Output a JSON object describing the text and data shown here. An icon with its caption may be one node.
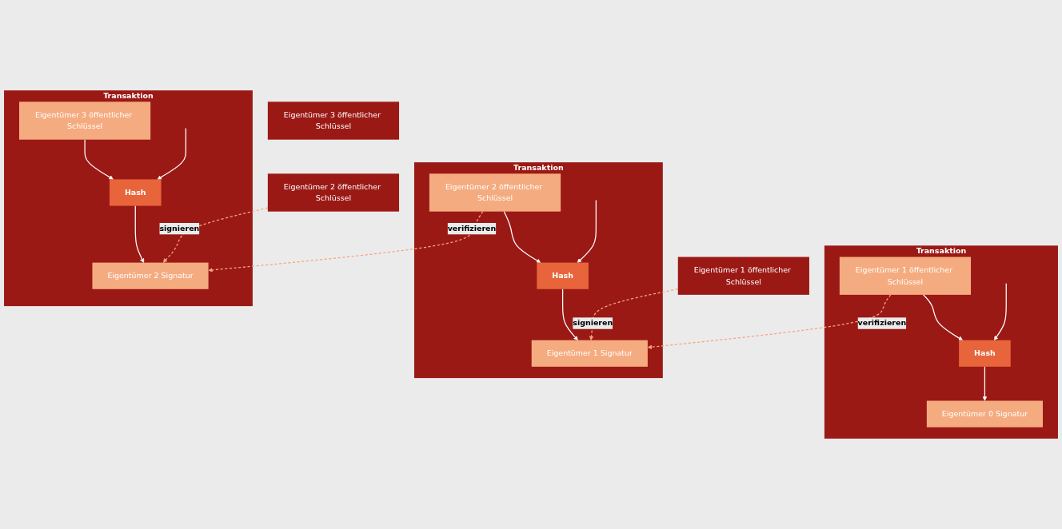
{
  "diagram": {
    "nodes": [
      {
        "text": [
          "Transaktion"
        ]
      },
      {
        "text": [
          "Eigentümer 1 öffentlicher Schlüssel"
        ],
        "in": 0
      },
      {
        "text": [
          "Hash"
        ],
        "in": 0
      },
      {
        "text": [
          "Eigentümer 0 Signatur"
        ],
        "in": 0
      },
      {
        "text": [
          "Transaktion"
        ]
      },
      {
        "text": [
          "Eigentümer 2 öffentlicher Schlüssel"
        ],
        "in": 4
      },
      {
        "text": [
          "Hash"
        ],
        "in": 4
      },
      {
        "text": [
          "Eigentümer 1 Signatur"
        ],
        "in": 4
      },
      {
        "text": [
          "Transaktion"
        ]
      },
      {
        "text": [
          "Eigentümer 3 öffentlicher Schlüssel"
        ],
        "in": 8
      },
      {
        "text": [
          "Hash"
        ],
        "in": 8
      },
      {
        "text": [
          "Eigentümer 2 Signatur"
        ],
        "in": 8
      },
      {
        "text": [
          "Eigentümer 1 öffentlicher Schlüssel"
        ]
      },
      {
        "text": [
          "Eigentümer 2 öffentlicher Schlüssel"
        ]
      },
      {
        "text": [
          "Eigentümer 3 öffentlicher Schlüssel"
        ]
      }
    ],
    "edges": [
      {
        "from": null,
        "to": 2,
        "arrow": "to"
      },
      {
        "from": 1,
        "to": 2,
        "arrow": "to"
      },
      {
        "from": 2,
        "to": 3,
        "arrow": "to"
      },
      {
        "from": 1,
        "to": 7,
        "arrow": "to",
        "label": "verifizieren",
        "style": "dashed",
        "color": "#f4a77e"
      },
      {
        "from": 12,
        "to": 7,
        "arrow": "to",
        "label": "signieren",
        "style": "dashed",
        "color": "#f4a77e"
      },
      {
        "from": null,
        "to": 6,
        "arrow": "to"
      },
      {
        "from": 5,
        "to": 6,
        "arrow": "to"
      },
      {
        "from": 6,
        "to": 7,
        "arrow": "to"
      },
      {
        "from": 5,
        "to": 11,
        "arrow": "to",
        "label": "verifizieren",
        "style": "dashed",
        "color": "#f4a77e"
      },
      {
        "from": 13,
        "to": 11,
        "arrow": "to",
        "label": "signieren",
        "style": "dashed",
        "color": "#f4a77e"
      },
      {
        "from": null,
        "to": 10,
        "arrow": "to"
      },
      {
        "from": 9,
        "to": 10,
        "arrow": "to"
      },
      {
        "from": 10,
        "to": 11,
        "arrow": "to"
      }
    ]
  }
}
